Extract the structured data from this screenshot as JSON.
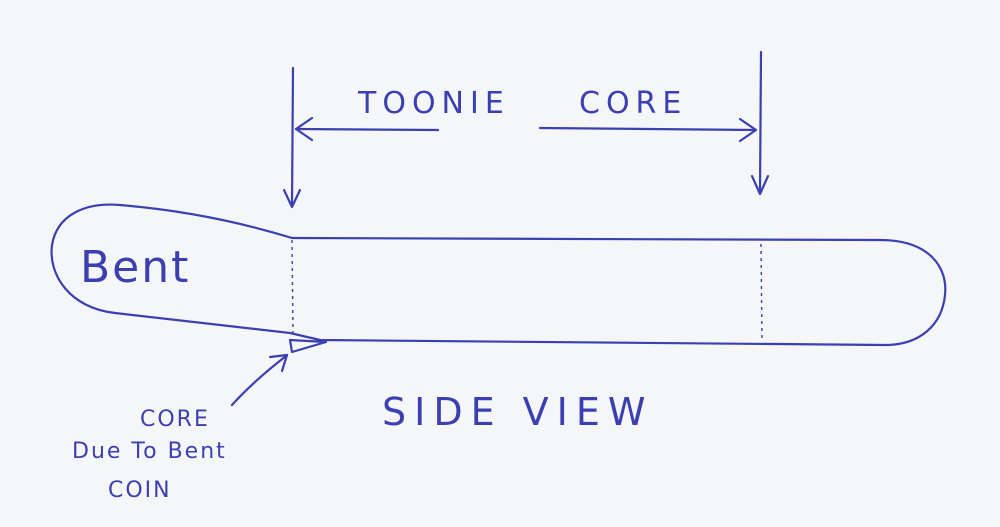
{
  "labels": {
    "dimension": [
      "TOONIE",
      "CORE"
    ],
    "bent_end": "Bent",
    "view": "SIDE VIEW",
    "note": [
      "CORE",
      "Due To Bent",
      "COIN"
    ]
  },
  "colors": {
    "ink": "#3b3fb0",
    "paper": "#f5f6f8"
  }
}
